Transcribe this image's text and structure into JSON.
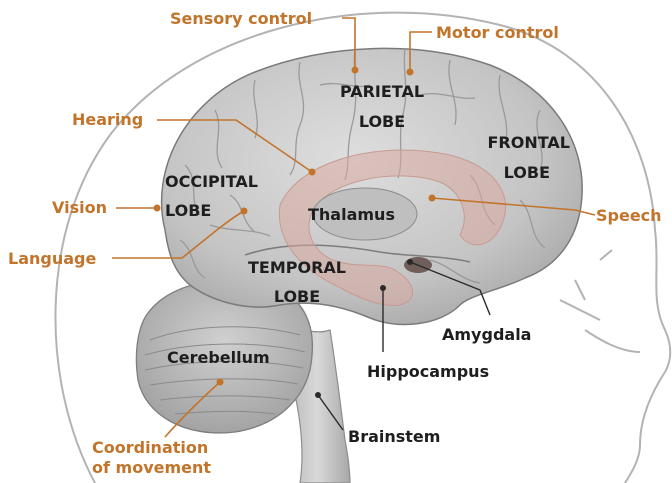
{
  "colors": {
    "function_label": "#c2742a",
    "structure_label": "#1e1e1e",
    "brain": "#c9c9c9",
    "limbic_highlight": "#d8a9a0",
    "background": "#ffffff"
  },
  "function_labels": {
    "sensory_control": "Sensory control",
    "motor_control": "Motor control",
    "hearing": "Hearing",
    "vision": "Vision",
    "language": "Language",
    "speech": "Speech",
    "coordination_line1": "Coordination",
    "coordination_line2": "of movement"
  },
  "structure_labels": {
    "parietal_line1": "PARIETAL",
    "parietal_line2": "LOBE",
    "frontal_line1": "FRONTAL",
    "frontal_line2": "LOBE",
    "occipital_line1": "OCCIPITAL",
    "occipital_line2": "LOBE",
    "temporal_line1": "TEMPORAL",
    "temporal_line2": "LOBE",
    "thalamus": "Thalamus",
    "amygdala": "Amygdala",
    "hippocampus": "Hippocampus",
    "cerebellum": "Cerebellum",
    "brainstem": "Brainstem"
  }
}
